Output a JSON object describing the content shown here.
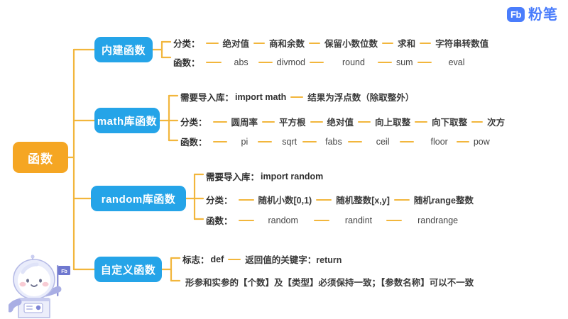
{
  "brand": {
    "mark": "Fb",
    "name": "粉笔",
    "color": "#4a7dfc"
  },
  "colors": {
    "root": "#f5a623",
    "branch": "#25a4e8",
    "line": "#f2b63c",
    "text": "#3d3d3d"
  },
  "root": {
    "label": "函数"
  },
  "branches": [
    {
      "label": "内建函数",
      "rows": [
        {
          "label": "分类：",
          "items": [
            "绝对值",
            "商和余数",
            "保留小数位数",
            "求和",
            "字符串转数值"
          ]
        },
        {
          "label": "函数：",
          "items": [
            "abs",
            "divmod",
            "round",
            "sum",
            "eval"
          ]
        }
      ]
    },
    {
      "label": "math库函数",
      "rows": [
        {
          "label": "需要导入库：",
          "items": [
            "import math",
            "结果为浮点数（除取整外）"
          ]
        },
        {
          "label": "分类：",
          "items": [
            "圆周率",
            "平方根",
            "绝对值",
            "向上取整",
            "向下取整",
            "次方"
          ]
        },
        {
          "label": "函数：",
          "items": [
            "pi",
            "sqrt",
            "fabs",
            "ceil",
            "floor",
            "pow"
          ]
        }
      ]
    },
    {
      "label": "random库函数",
      "rows": [
        {
          "label": "需要导入库：",
          "items": [
            "import random"
          ]
        },
        {
          "label": "分类：",
          "items": [
            "随机小数[0,1)",
            "随机整数[x,y]",
            "随机range整数"
          ]
        },
        {
          "label": "函数：",
          "items": [
            "random",
            "randint",
            "randrange"
          ]
        }
      ]
    },
    {
      "label": "自定义函数",
      "rows": [
        {
          "label": "标志：",
          "items": [
            "def",
            "返回值的关键字：return"
          ]
        },
        {
          "label": "",
          "items": [
            "形参和实参的【个数】及【类型】必须保持一致；【参数名称】可以不一致"
          ]
        }
      ]
    }
  ],
  "mascot": {
    "name": "astronaut-mascot",
    "flag_text": "Fb"
  }
}
